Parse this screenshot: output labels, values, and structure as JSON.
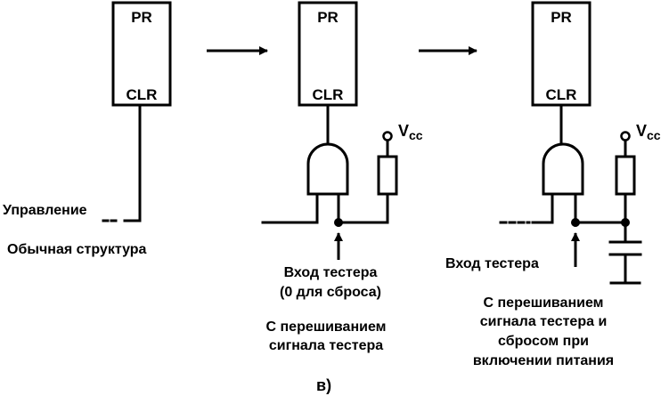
{
  "blocks": {
    "pr": "PR",
    "clr": "CLR"
  },
  "labels": {
    "vcc_base": "V",
    "vcc_sub": "cc",
    "control": "Управление",
    "normal_structure": "Обычная структура",
    "tester_input": "Вход тестера",
    "tester_input_note": "(0 для сброса)",
    "middle_caption_1": "С перешиванием",
    "middle_caption_2": "сигнала тестера",
    "right_tester_input": "Вход тестера",
    "right_caption_1": "С перешиванием",
    "right_caption_2": "сигнала тестера и",
    "right_caption_3": "сбросом при",
    "right_caption_4": "включении питания",
    "figure_tag": "в)"
  }
}
